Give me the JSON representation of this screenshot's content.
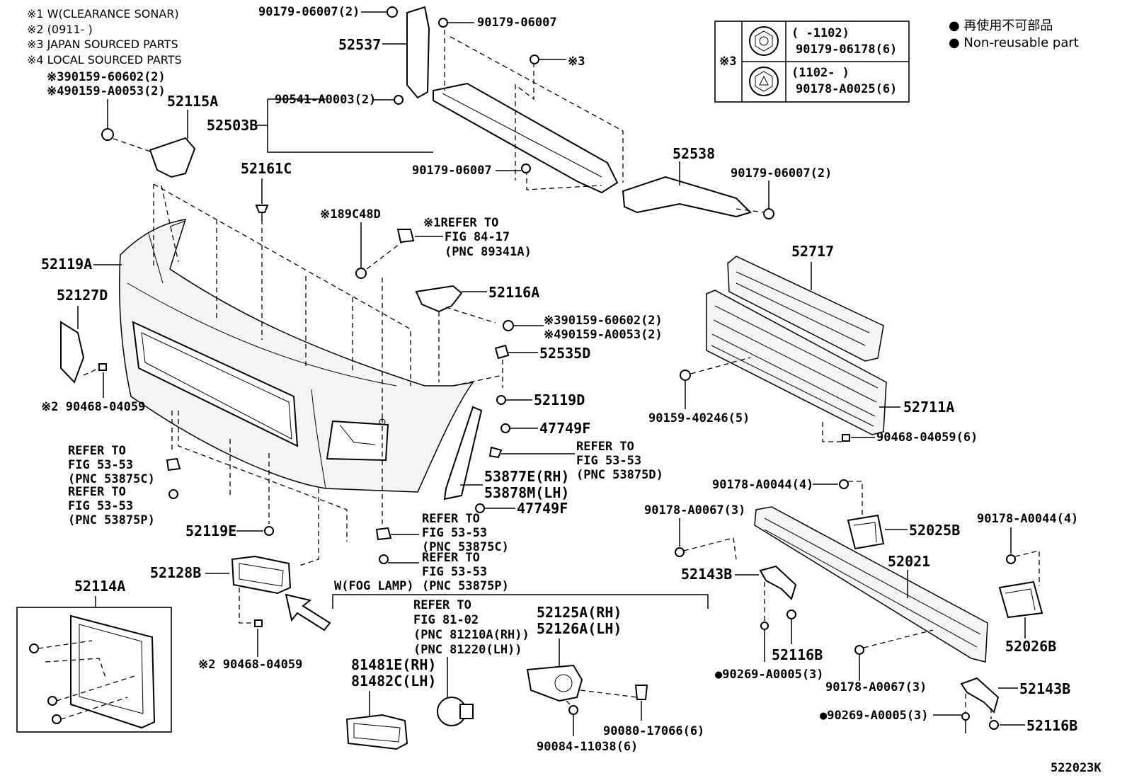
{
  "notes": [
    "※1 W(CLEARANCE SONAR)",
    "※2 (0911-       )",
    "※3 JAPAN SOURCED PARTS",
    "※4 LOCAL SOURCED PARTS"
  ],
  "legend": {
    "line1": "● 再使用不可部品",
    "line2": "● Non-reusable part"
  },
  "nut_box": {
    "mark": "※3",
    "row1_range": "(     -1102)",
    "row1_part": "90179-06178(6)",
    "row2_range": "(1102-      )",
    "row2_part": "90178-A0025(6)"
  },
  "labels": {
    "p_90179_06007_2_top": "90179-06007(2)",
    "p_90179_06007_top": "90179-06007",
    "p_52537": "52537",
    "p_ref3_a": "※3",
    "p_90541": "90541-A0003(2)",
    "p_52503B": "52503B",
    "p_90179_06007_mid": "90179-06007",
    "p_52538": "52538",
    "p_90179_06007_2_right": "90179-06007(2)",
    "p_ref3_90159_60602": "※390159-60602(2)",
    "p_ref4_90159_A0053": "※490159-A0053(2)",
    "p_52115A": "52115A",
    "p_52161C": "52161C",
    "p_189C48D": "※189C48D",
    "p_ref1_a": "※1REFER TO",
    "p_ref1_b": "FIG 84-17",
    "p_ref1_c": "(PNC 89341A)",
    "p_52119A": "52119A",
    "p_52127D": "52127D",
    "p_52116A": "52116A",
    "p_ref3_90159_60602_b": "※390159-60602(2)",
    "p_ref4_90159_A0053_b": "※490159-A0053(2)",
    "p_52535D": "52535D",
    "p_52119D": "52119D",
    "p_47749F_a": "47749F",
    "p_90468_04059_a": "※2 90468-04059",
    "p_ref_53875D_a": "REFER TO",
    "p_ref_53875D_b": "FIG 53-53",
    "p_ref_53875D_c": "(PNC 53875D)",
    "p_ref_53875C_a": "REFER TO",
    "p_ref_53875C_b": "FIG 53-53",
    "p_ref_53875C_c": "(PNC 53875C)",
    "p_ref_53875P_a": "REFER TO",
    "p_ref_53875P_b": "FIG 53-53",
    "p_ref_53875P_c": "(PNC 53875P)",
    "p_53877E": "53877E(RH)",
    "p_53878M": "53878M(LH)",
    "p_47749F_b": "47749F",
    "p_52119E": "52119E",
    "p_ref_53875C2_a": "REFER TO",
    "p_ref_53875C2_b": "FIG 53-53",
    "p_ref_53875C2_c": "(PNC 53875C)",
    "p_ref_53875P2_a": "REFER TO",
    "p_ref_53875P2_b": "FIG 53-53",
    "p_ref_53875P2_c": "(PNC 53875P)",
    "p_fog_lamp": "W(FOG LAMP)",
    "p_52128B": "52128B",
    "p_52114A": "52114A",
    "p_90468_04059_b": "※2 90468-04059",
    "p_ref_81_a": "REFER TO",
    "p_ref_81_b": "FIG 81-02",
    "p_ref_81_c": "(PNC 81210A(RH))",
    "p_ref_81_d": "(PNC 81220(LH))",
    "p_52125A": "52125A(RH)",
    "p_52126A": "52126A(LH)",
    "p_81481E": "81481E(RH)",
    "p_81482C": "81482C(LH)",
    "p_90080": "90080-17066(6)",
    "p_90084": "90084-11038(6)",
    "p_52717": "52717",
    "p_90159_40246": "90159-40246(5)",
    "p_52711A": "52711A",
    "p_90468_04059_6": "90468-04059(6)",
    "p_90178_A0044_a": "90178-A0044(4)",
    "p_90178_A0067_a": "90178-A0067(3)",
    "p_52025B": "52025B",
    "p_90178_A0044_b": "90178-A0044(4)",
    "p_52143B_a": "52143B",
    "p_52021": "52021",
    "p_52116B_a": "52116B",
    "p_90269_a": "●90269-A0005(3)",
    "p_90178_A0067_b": "90178-A0067(3)",
    "p_52026B": "52026B",
    "p_52143B_b": "52143B",
    "p_90269_b": "●90269-A0005(3)",
    "p_52116B_b": "52116B"
  },
  "figure_id": "522023K"
}
